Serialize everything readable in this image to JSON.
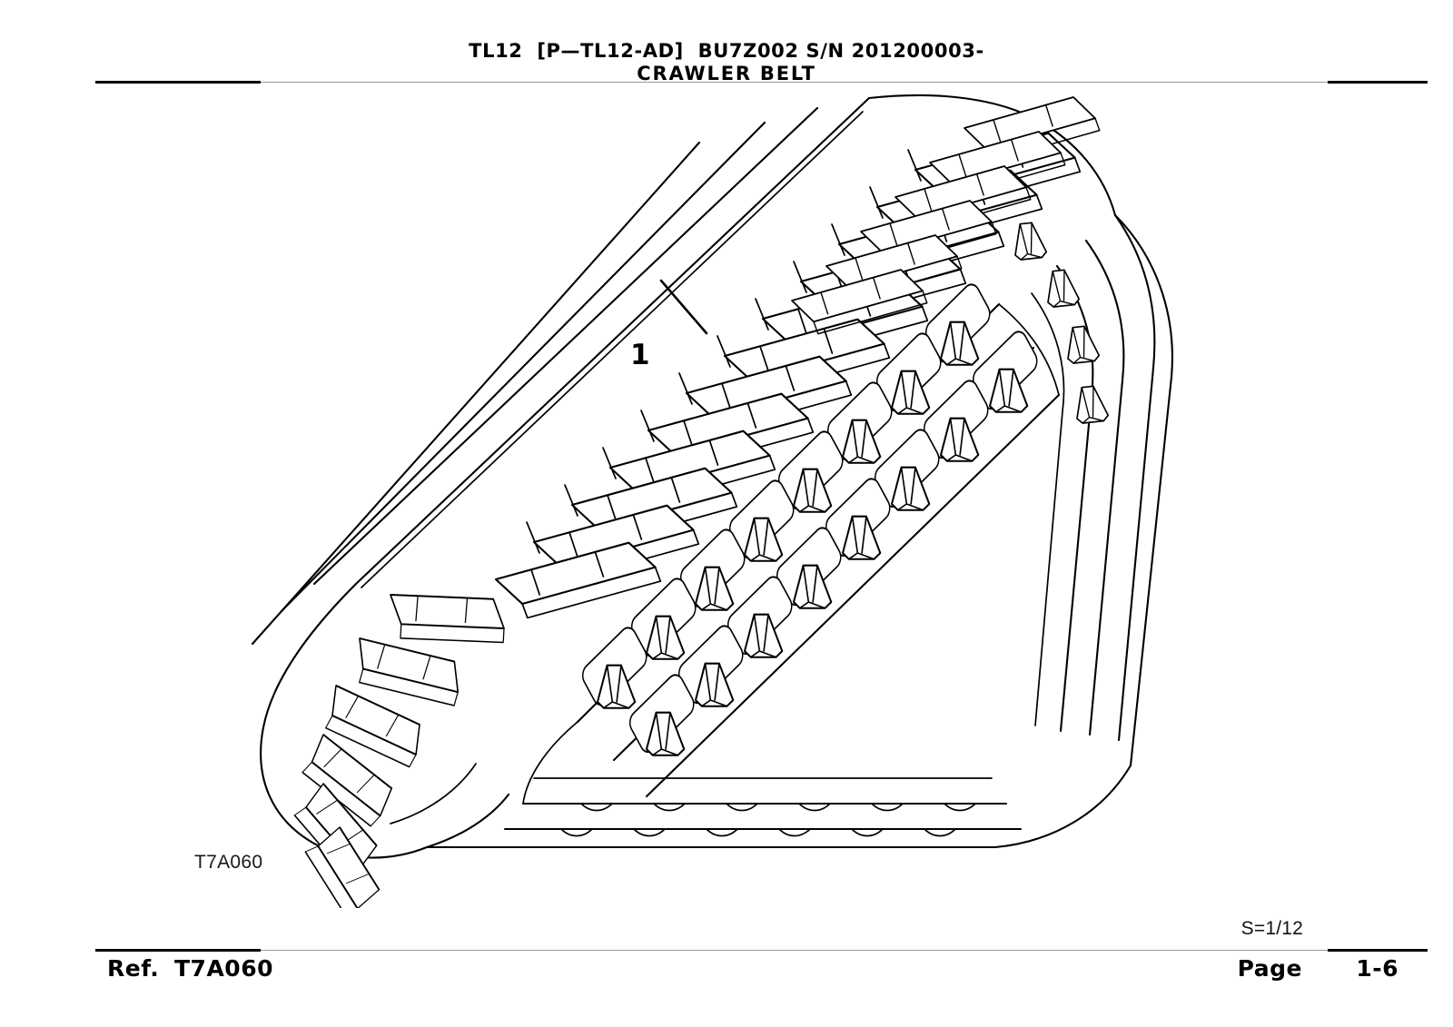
{
  "header": {
    "model_line": "TL12  [P—TL12-AD]  BU7Z002 S/N 201200003-",
    "title": "CRAWLER BELT"
  },
  "drawing": {
    "reference_code": "T7A060",
    "callouts": [
      {
        "number": "1",
        "part": "crawler-belt"
      }
    ],
    "subject": "crawler-belt-rubber-track",
    "view": "isometric-loop",
    "line_color": "#000000",
    "fill_color": "#ffffff"
  },
  "footer": {
    "scale": "S=1/12",
    "ref_label": "Ref.",
    "ref_value": "T7A060",
    "page_label": "Page",
    "page_value": "1-6"
  }
}
